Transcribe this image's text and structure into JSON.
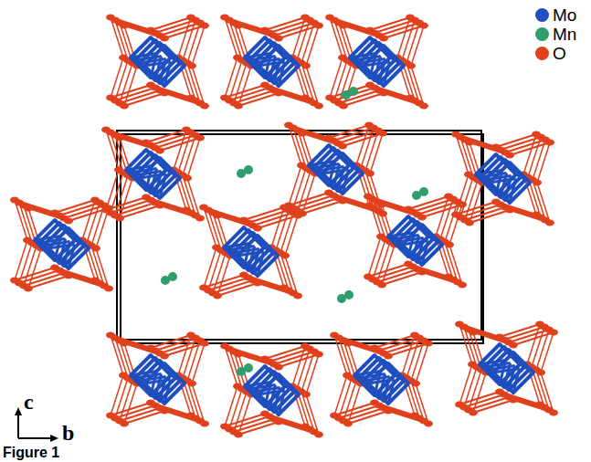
{
  "diagram": {
    "caption": "Figure 1",
    "labels": [
      "c",
      "b"
    ],
    "legend": [
      {
        "text": "Mo",
        "color": "#1f4fbf"
      },
      {
        "text": "Mn",
        "color": "#2e9e6e"
      },
      {
        "text": "O",
        "color": "#e0401c"
      }
    ]
  }
}
